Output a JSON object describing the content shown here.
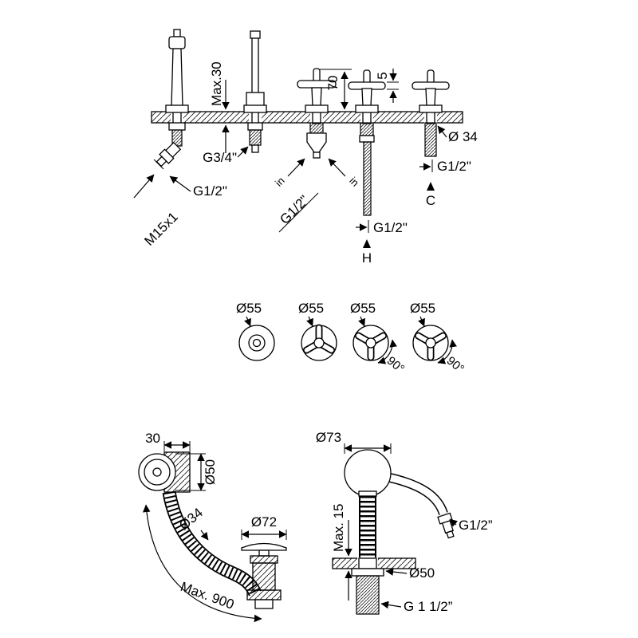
{
  "top": {
    "max_deck": "Max.30",
    "handle_height": "70",
    "handle_gap": "5",
    "hole_dia": "Ø 34",
    "holder_thread": "G3/4\"",
    "shower_conn": "G1/2\"",
    "hose_thread": "M15x1",
    "inlet_left": "in",
    "inlet_right": "in",
    "inlet_thread": "G1/2\"",
    "hot_thread": "G1/2\"",
    "hot_label": "H",
    "cold_thread": "G1/2\"",
    "cold_label": "C"
  },
  "handles": {
    "dia_1": "Ø55",
    "dia_2": "Ø55",
    "dia_3": "Ø55",
    "dia_4": "Ø55",
    "angle_1": "90°",
    "angle_2": "90°"
  },
  "drain": {
    "overflow_depth": "30",
    "overflow_dia": "Ø50",
    "hose_dia": "Ø34",
    "plug_dia": "Ø72",
    "hose_length": "Max. 900"
  },
  "spout": {
    "ball_dia": "Ø73",
    "max_deck": "Max. 15",
    "hose_thread": "G1/2”",
    "hole_dia": "Ø50",
    "tail_thread": "G 1 1/2”"
  }
}
